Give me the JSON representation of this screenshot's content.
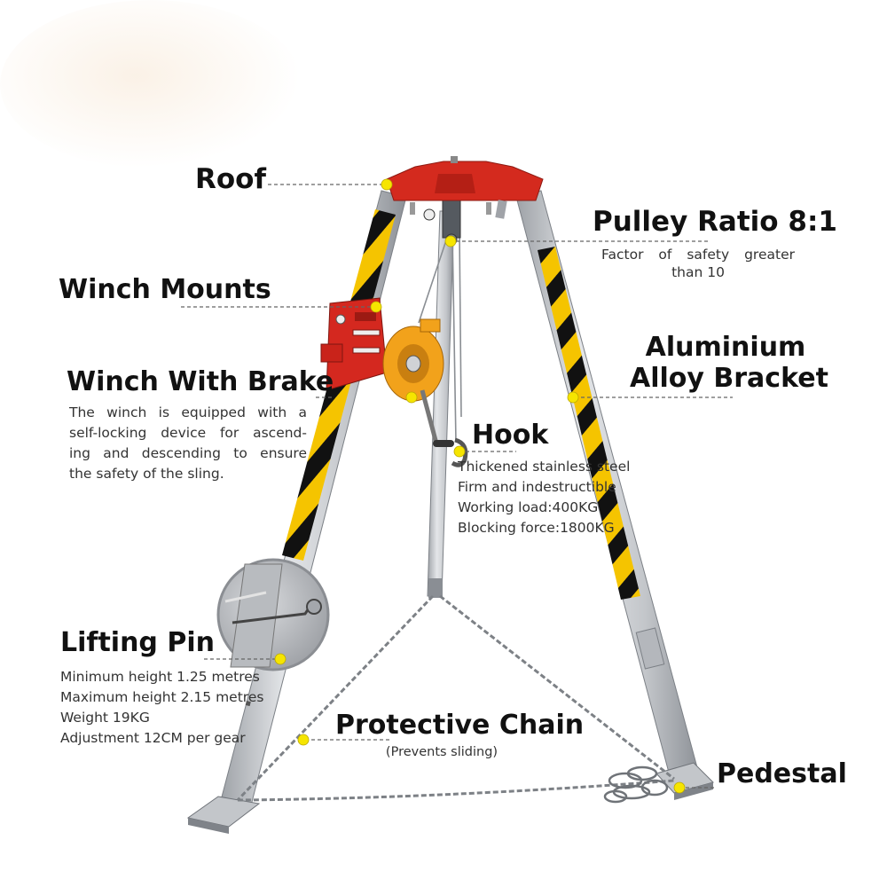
{
  "colors": {
    "frame_silver": "#c9ccd0",
    "roof_red": "#d42a1e",
    "winch_orange": "#f2a21b",
    "hazard_yellow": "#f5c400",
    "hazard_black": "#111111",
    "dot_yellow": "#f6e500"
  },
  "labels": {
    "roof": {
      "title": "Roof"
    },
    "pulley": {
      "title": "Pulley Ratio 8:1",
      "desc": [
        "Factor of safety greater",
        "than 10"
      ]
    },
    "winch_mounts": {
      "title": "Winch Mounts"
    },
    "aluminium": {
      "title_line1": "Aluminium",
      "title_line2": "Alloy Bracket"
    },
    "winch_brake": {
      "title": "Winch With Brake",
      "desc": [
        "The winch is equipped with a",
        "self-locking device for ascend-",
        "ing and descending to ensure",
        "the safety of the sling."
      ]
    },
    "hook": {
      "title": "Hook",
      "desc": [
        "Thickened stainless steel",
        "Firm and indestructible",
        "Working load:400KG",
        "Blocking force:1800KG"
      ]
    },
    "lifting_pin": {
      "title": "Lifting Pin",
      "desc": [
        "Minimum height 1.25 metres",
        "Maximum height 2.15 metres",
        "Weight 19KG",
        "Adjustment 12CM per gear"
      ]
    },
    "protective_chain": {
      "title": "Protective Chain",
      "desc": "(Prevents sliding)"
    },
    "pedestal": {
      "title": "Pedestal"
    }
  }
}
